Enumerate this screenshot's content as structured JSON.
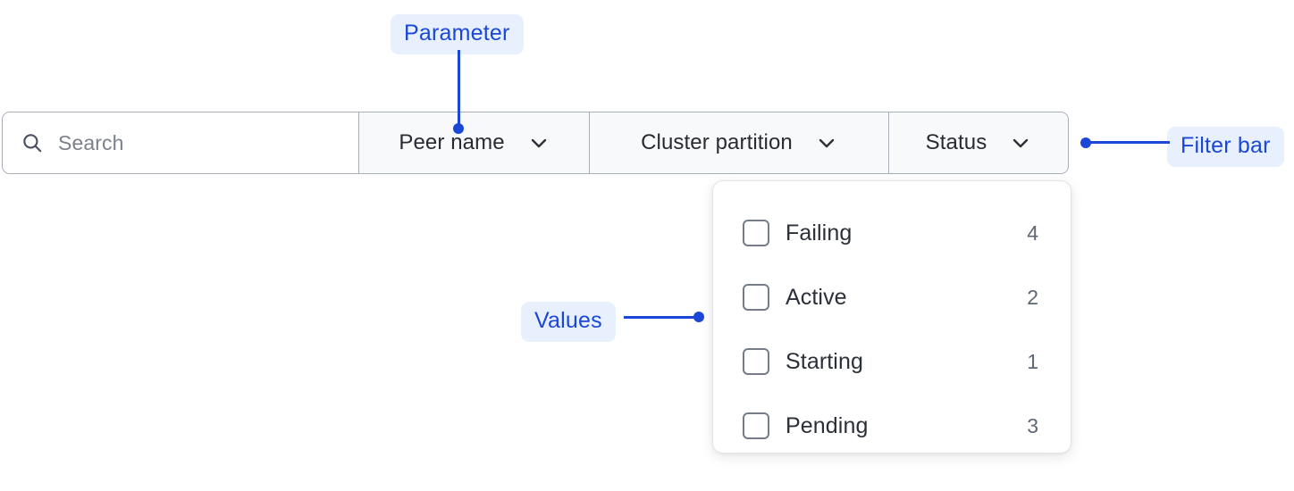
{
  "filter_bar": {
    "search": {
      "icon": "search-icon",
      "placeholder": "Search",
      "value": ""
    },
    "selects": [
      {
        "id": "peer-name",
        "label": "Peer name",
        "icon": "chevron-down-icon",
        "expanded": false
      },
      {
        "id": "cluster-partition",
        "label": "Cluster partition",
        "icon": "chevron-down-icon",
        "expanded": false
      },
      {
        "id": "status",
        "label": "Status",
        "icon": "chevron-down-icon",
        "expanded": true
      }
    ]
  },
  "values_panel": {
    "options": [
      {
        "label": "Failing",
        "count": "4",
        "checked": false
      },
      {
        "label": "Active",
        "count": "2",
        "checked": false
      },
      {
        "label": "Starting",
        "count": "1",
        "checked": false
      },
      {
        "label": "Pending",
        "count": "3",
        "checked": false
      }
    ]
  },
  "annotations": [
    {
      "id": "parameter",
      "text": "Parameter"
    },
    {
      "id": "filter-bar",
      "text": "Filter bar"
    },
    {
      "id": "values",
      "text": "Values"
    }
  ],
  "colors": {
    "annotation_text": "#1a47d8",
    "annotation_pill_bg": "#e8f0fe",
    "bar_border": "#a9adb8",
    "select_bg": "#f8f9fa",
    "panel_border": "#e3e5e9",
    "label_text": "#2b2f38",
    "count_text": "#5f6774",
    "placeholder_text": "#7b808c"
  }
}
